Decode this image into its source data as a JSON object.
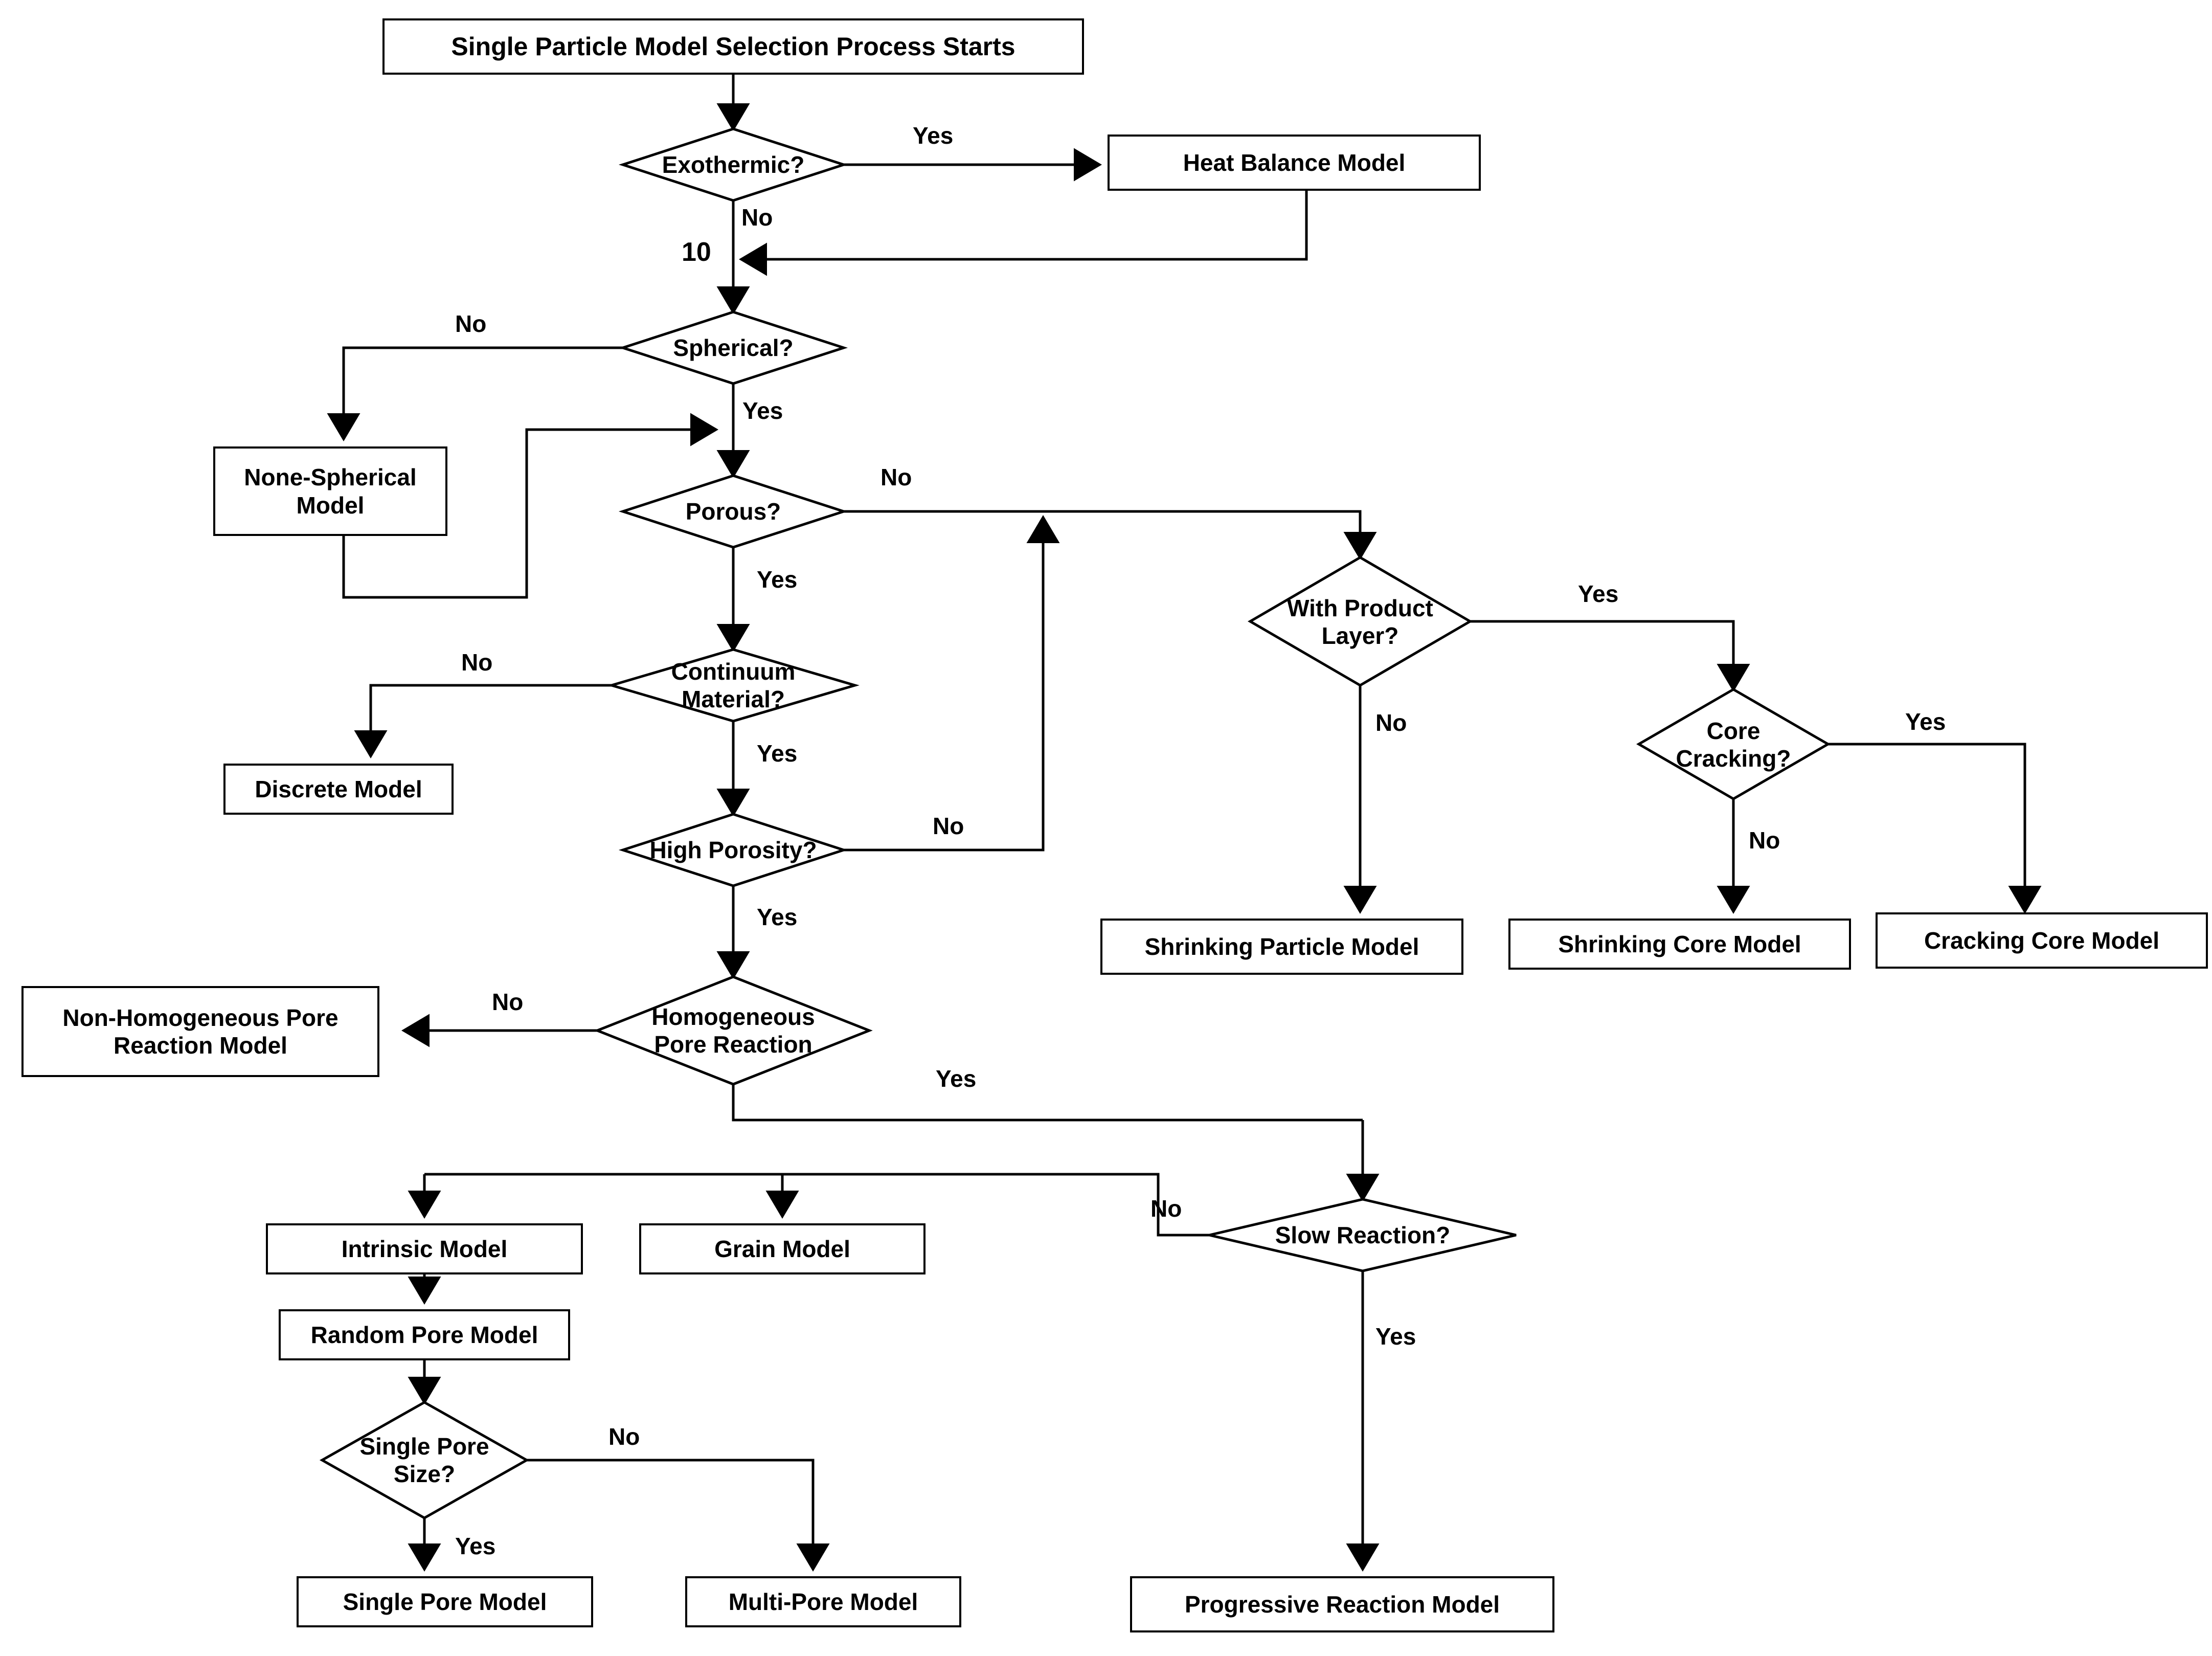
{
  "diagram": {
    "title": "Single Particle Model Selection Process Starts",
    "merge_marker": "10",
    "labels": {
      "yes": "Yes",
      "no": "No"
    },
    "nodes": {
      "start": {
        "text": "Single Particle Model Selection Process Starts",
        "shape": "process"
      },
      "exothermic": {
        "text": "Exothermic?",
        "shape": "decision"
      },
      "heat_balance": {
        "text": "Heat Balance Model",
        "shape": "process"
      },
      "spherical": {
        "text": "Spherical?",
        "shape": "decision"
      },
      "none_spherical": {
        "text": "None-Spherical Model",
        "line1": "None-Spherical",
        "line2": "Model",
        "shape": "process"
      },
      "porous": {
        "text": "Porous?",
        "shape": "decision"
      },
      "with_product_layer": {
        "text": "With Product Layer?",
        "line1": "With Product",
        "line2": "Layer?",
        "shape": "decision"
      },
      "core_cracking": {
        "text": "Core Cracking?",
        "line1": "Core",
        "line2": "Cracking?",
        "shape": "decision"
      },
      "shrinking_particle": {
        "text": "Shrinking Particle Model",
        "shape": "process"
      },
      "shrinking_core": {
        "text": "Shrinking Core Model",
        "shape": "process"
      },
      "cracking_core": {
        "text": "Cracking Core Model",
        "shape": "process"
      },
      "continuum_material": {
        "text": "Continuum Material?",
        "line1": "Continuum",
        "line2": "Material?",
        "shape": "decision"
      },
      "discrete": {
        "text": "Discrete Model",
        "shape": "process"
      },
      "high_porosity": {
        "text": "High Porosity?",
        "shape": "decision"
      },
      "homogeneous_pore_reaction": {
        "text": "Homogeneous Pore Reaction",
        "line1": "Homogeneous",
        "line2": "Pore Reaction",
        "shape": "decision"
      },
      "non_homogeneous": {
        "text": "Non-Homogeneous Pore Reaction Model",
        "line1": "Non-Homogeneous Pore",
        "line2": "Reaction Model",
        "shape": "process"
      },
      "intrinsic": {
        "text": "Intrinsic Model",
        "shape": "process"
      },
      "grain": {
        "text": "Grain Model",
        "shape": "process"
      },
      "random_pore": {
        "text": "Random Pore Model",
        "shape": "process"
      },
      "single_pore_size": {
        "text": "Single Pore Size?",
        "line1": "Single Pore",
        "line2": "Size?",
        "shape": "decision"
      },
      "single_pore_model": {
        "text": "Single Pore Model",
        "shape": "process"
      },
      "multi_pore_model": {
        "text": "Multi-Pore Model",
        "shape": "process"
      },
      "slow_reaction": {
        "text": "Slow Reaction?",
        "shape": "decision"
      },
      "progressive_reaction": {
        "text": "Progressive Reaction Model",
        "shape": "process"
      }
    },
    "edge_labels": {
      "exothermic_yes": "Yes",
      "exothermic_no": "No",
      "spherical_no": "No",
      "spherical_yes": "Yes",
      "porous_no": "No",
      "porous_yes": "Yes",
      "product_layer_yes": "Yes",
      "product_layer_no": "No",
      "core_cracking_yes": "Yes",
      "core_cracking_no": "No",
      "continuum_no": "No",
      "continuum_yes": "Yes",
      "high_porosity_no": "No",
      "high_porosity_yes": "Yes",
      "homogeneous_no": "No",
      "homogeneous_yes": "Yes",
      "single_pore_no": "No",
      "single_pore_yes": "Yes",
      "slow_reaction_no": "No",
      "slow_reaction_yes": "Yes"
    },
    "colors": {
      "stroke": "#000000",
      "fill": "#ffffff",
      "text": "#000000"
    }
  }
}
